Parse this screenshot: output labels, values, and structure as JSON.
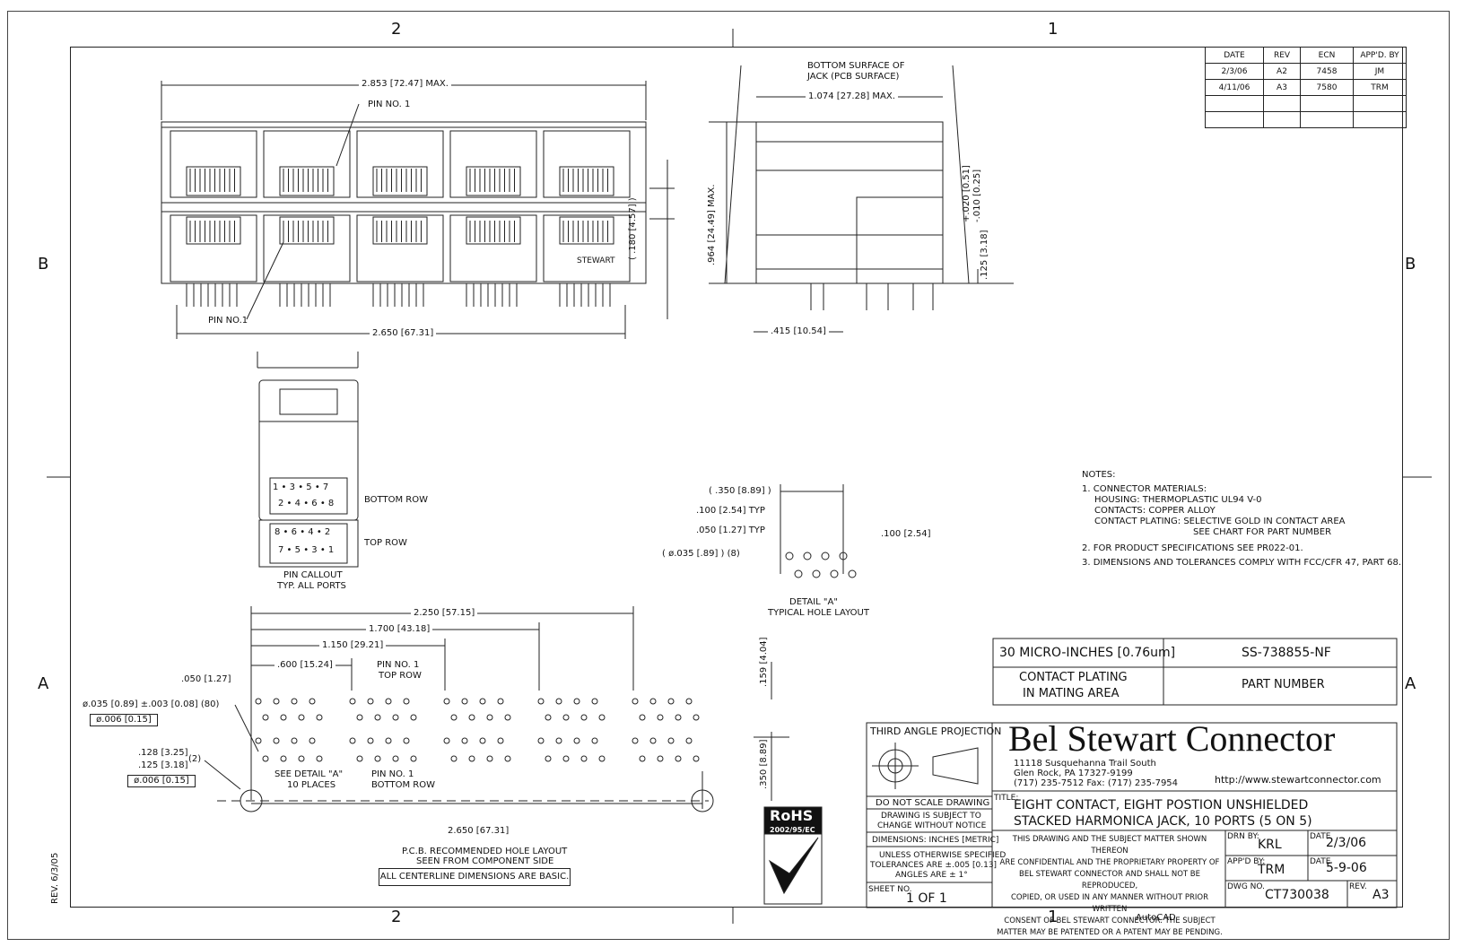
{
  "zones": {
    "top_left": "2",
    "top_right": "1",
    "bottom_left": "2",
    "bottom_right": "1",
    "left_top": "B",
    "left_bottom": "A",
    "right_top": "B",
    "right_bottom": "A"
  },
  "revisions": {
    "headers": [
      "DATE",
      "REV",
      "ECN",
      "APP'D. BY"
    ],
    "rows": [
      [
        "2/3/06",
        "A2",
        "7458",
        "JM"
      ],
      [
        "4/11/06",
        "A3",
        "7580",
        "TRM"
      ],
      [
        "",
        "",
        "",
        ""
      ],
      [
        "",
        "",
        "",
        ""
      ]
    ]
  },
  "front_view": {
    "width_dim": "2.853 [72.47] MAX.",
    "pin_no1_top": "PIN NO. 1",
    "pin_no1_bottom": "PIN NO.1",
    "pitch_dim": "2.650 [67.31]",
    "height_dim": "( .180 [4.57] )",
    "brand_mark": "STEWART"
  },
  "side_view": {
    "bottom_surface_note": "BOTTOM SURFACE OF",
    "bottom_surface_note2": "JACK (PCB SURFACE)",
    "depth_dim": "1.074 [27.28] MAX.",
    "height_dim": ".964 [24.49] MAX.",
    "tol_plus": "+.020 [0.51]",
    "tol_minus": "-.010 [0.25]",
    "standoff_dim": ".125 [3.18]",
    "pin_dim": ".415 [10.54]"
  },
  "pin_callout": {
    "bottom_row_label": "BOTTOM ROW",
    "top_row_label": "TOP ROW",
    "bottom_row_pins": [
      "1",
      "3",
      "5",
      "7",
      "2",
      "4",
      "6",
      "8"
    ],
    "top_row_pins": [
      "8",
      "6",
      "4",
      "2",
      "7",
      "5",
      "3",
      "1"
    ],
    "caption1": "PIN CALLOUT",
    "caption2": "TYP. ALL PORTS"
  },
  "detail_a": {
    "dim1": "( .350 [8.89] )",
    "dim2": ".100 [2.54] TYP",
    "dim3": ".050 [1.27] TYP",
    "dim4": "( ø.035 [.89] ) (8)",
    "dim5": ".100 [2.54]",
    "caption1": "DETAIL \"A\"",
    "caption2": "TYPICAL HOLE LAYOUT"
  },
  "notes": {
    "title": "NOTES:",
    "lines": [
      "1. CONNECTOR MATERIALS:",
      "HOUSING:   THERMOPLASTIC UL94 V-0",
      "CONTACTS:   COPPER ALLOY",
      "CONTACT PLATING: SELECTIVE GOLD IN CONTACT AREA",
      "SEE CHART FOR PART NUMBER",
      "2. FOR PRODUCT SPECIFICATIONS SEE PR022-01.",
      "3. DIMENSIONS AND TOLERANCES COMPLY WITH FCC/CFR 47, PART 68."
    ]
  },
  "hole_layout": {
    "dim_total": "2.250 [57.15]",
    "dim_1700": "1.700 [43.18]",
    "dim_1150": "1.150 [29.21]",
    "dim_600": ".600 [15.24]",
    "dim_050": ".050 [1.27]",
    "dim_159": ".159 [4.04]",
    "dim_350": ".350 [8.89]",
    "pin1_top": "PIN NO. 1",
    "pin1_top2": "TOP ROW",
    "hole_spec": "ø.035 [0.89] ±.003 [0.08] (80)",
    "hole_tol": "ø.006 [0.15]",
    "mount_num": ".128 [3.25]",
    "mount_den": ".125 [3.18]",
    "mount_qty": "(2)",
    "mount_tol": "ø.006 [0.15]",
    "see_detail": "SEE DETAIL \"A\"",
    "see_detail2": "10 PLACES",
    "pin1_bottom": "PIN NO. 1",
    "pin1_bottom2": "BOTTOM ROW",
    "bottom_dim": "2.650 [67.31]",
    "caption1": "P.C.B. RECOMMENDED HOLE LAYOUT",
    "caption2": "SEEN FROM COMPONENT SIDE",
    "basic_note": "ALL CENTERLINE DIMENSIONS ARE BASIC."
  },
  "part_table": {
    "plating_value": "30 MICRO-INCHES [0.76um]",
    "part_number": "SS-738855-NF",
    "plating_label1": "CONTACT PLATING",
    "plating_label2": "IN MATING AREA",
    "part_label": "PART NUMBER"
  },
  "title_block": {
    "projection": "THIRD ANGLE PROJECTION",
    "no_scale": "DO NOT SCALE DRAWING",
    "subject_change1": "DRAWING IS SUBJECT TO",
    "subject_change2": "CHANGE WITHOUT NOTICE",
    "dimensions": "DIMENSIONS: INCHES [METRIC]",
    "tol1": "UNLESS OTHERWISE SPECIFIED",
    "tol2": "TOLERANCES ARE ±.005 [0.13]",
    "tol3": "ANGLES ARE ± 1°",
    "sheet_label": "SHEET NO.",
    "sheet_value": "1 OF 1",
    "company": "Bel Stewart Connector",
    "addr1": "11118 Susquehanna Trail South",
    "addr2": "Glen Rock, PA  17327-9199",
    "addr3": "(717) 235-7512  Fax: (717) 235-7954",
    "url": "http://www.stewartconnector.com",
    "title_label": "TITLE:",
    "title1": "EIGHT CONTACT, EIGHT POSTION UNSHIELDED",
    "title2": "STACKED HARMONICA JACK, 10 PORTS (5 ON 5)",
    "confidential": [
      "THIS DRAWING AND THE SUBJECT MATTER SHOWN THEREON",
      "ARE CONFIDENTIAL AND THE PROPRIETARY PROPERTY OF",
      "BEL STEWART CONNECTOR AND SHALL NOT BE REPRODUCED,",
      "COPIED, OR USED IN ANY MANNER WITHOUT PRIOR WRITTEN",
      "CONSENT OF BEL STEWART CONNECTOR.  THE SUBJECT",
      "MATTER MAY BE PATENTED OR A PATENT MAY BE PENDING."
    ],
    "drn_label": "DRN BY:",
    "drn_value": "KRL",
    "date_label": "DATE",
    "drn_date": "2/3/06",
    "appd_label": "APP'D BY:",
    "appd_value": "TRM",
    "appd_date": "5-9-06",
    "dwg_label": "DWG NO.",
    "dwg_value": "CT730038",
    "rev_label": "REV.",
    "rev_value": "A3",
    "rohs": "RoHS",
    "rohs_sub": "2002/95/EC"
  },
  "footer": {
    "rev_stamp": "REV. 6/3/05",
    "autocad": "AutoCAD"
  }
}
